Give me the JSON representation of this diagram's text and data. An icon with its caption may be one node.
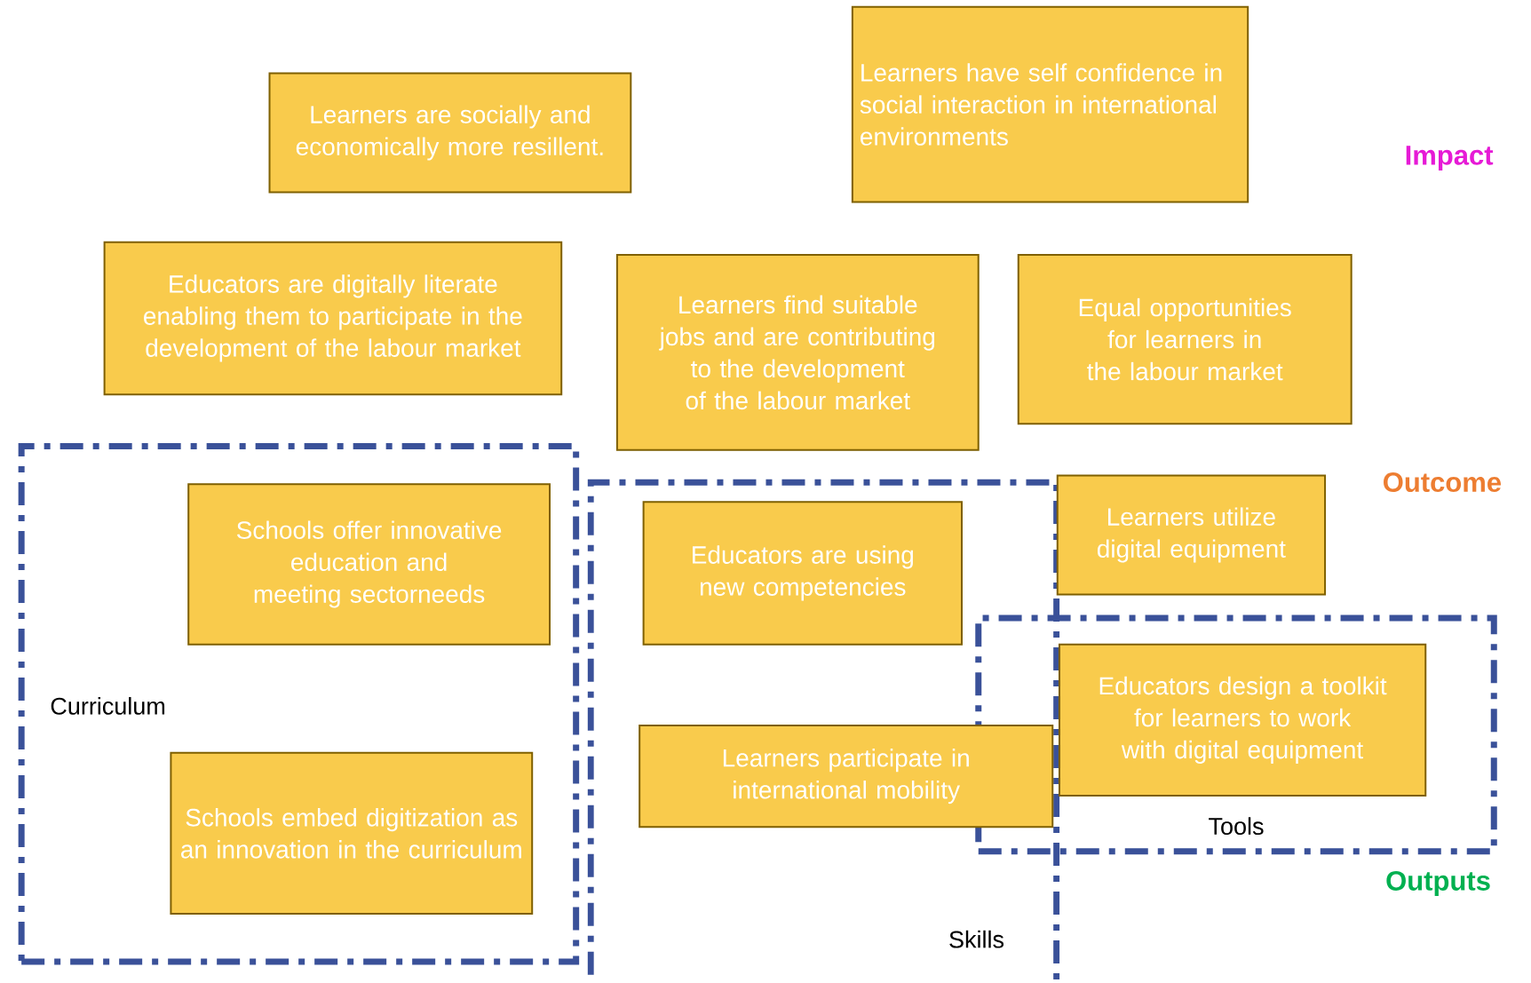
{
  "diagram": {
    "nodes": [
      {
        "text": [
          "Learners are socially and economically more resillent."
        ]
      },
      {
        "text": [
          "Learners have self confidence in social interaction in international environments"
        ]
      },
      {
        "text": [
          "Educators are digitally literate enabling them to participate in the development of the labour market"
        ]
      },
      {
        "text": [
          "Learners find suitable jobs and are contributing to the development of the labour market"
        ]
      },
      {
        "text": [
          "Equal opportunities for learners in the labour market"
        ]
      },
      {
        "text": [
          "Curriculum"
        ]
      },
      {
        "text": [
          "Schools offer innovative education and meeting sectorneeds"
        ],
        "in": 5
      },
      {
        "text": [
          "Schools embed digitization as an innovation in the curriculum"
        ],
        "in": 5
      },
      {
        "text": [
          "Skills"
        ]
      },
      {
        "text": [
          "Educators are using new competencies"
        ],
        "in": 8
      },
      {
        "text": [
          "Learners participate in international mobility"
        ],
        "in": 8
      },
      {
        "text": [
          "Learners utilize digital equipment"
        ]
      },
      {
        "text": [
          "Tools"
        ]
      },
      {
        "text": [
          "Educators design a toolkit for learners to work with digital equipment"
        ],
        "in": 12
      }
    ],
    "labels": [
      "Impact",
      "Outcome",
      "Outputs"
    ]
  }
}
